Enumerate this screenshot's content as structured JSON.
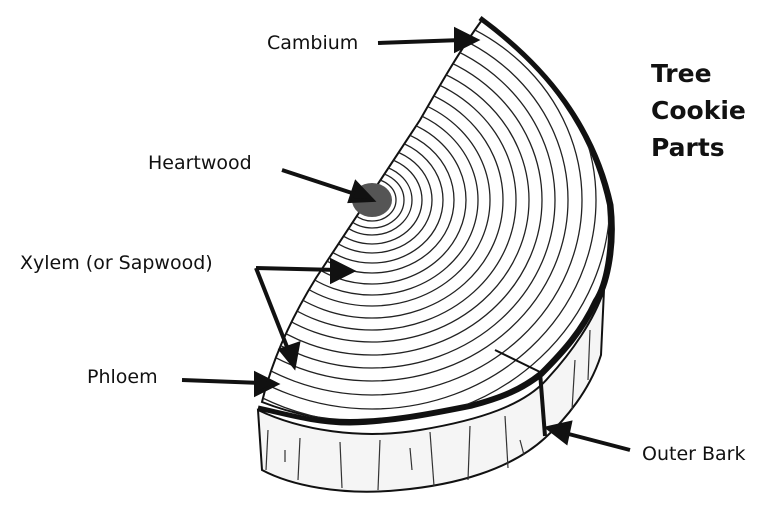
{
  "title": [
    "Tree",
    "Cookie",
    "Parts"
  ],
  "labels": {
    "cambium": "Cambium",
    "heartwood": "Heartwood",
    "xylem": "Xylem (or Sapwood)",
    "phloem": "Phloem",
    "outer_bark": "Outer Bark"
  },
  "colors": {
    "ink": "#111111",
    "background": "#ffffff",
    "wood": "#f3f3f3"
  }
}
